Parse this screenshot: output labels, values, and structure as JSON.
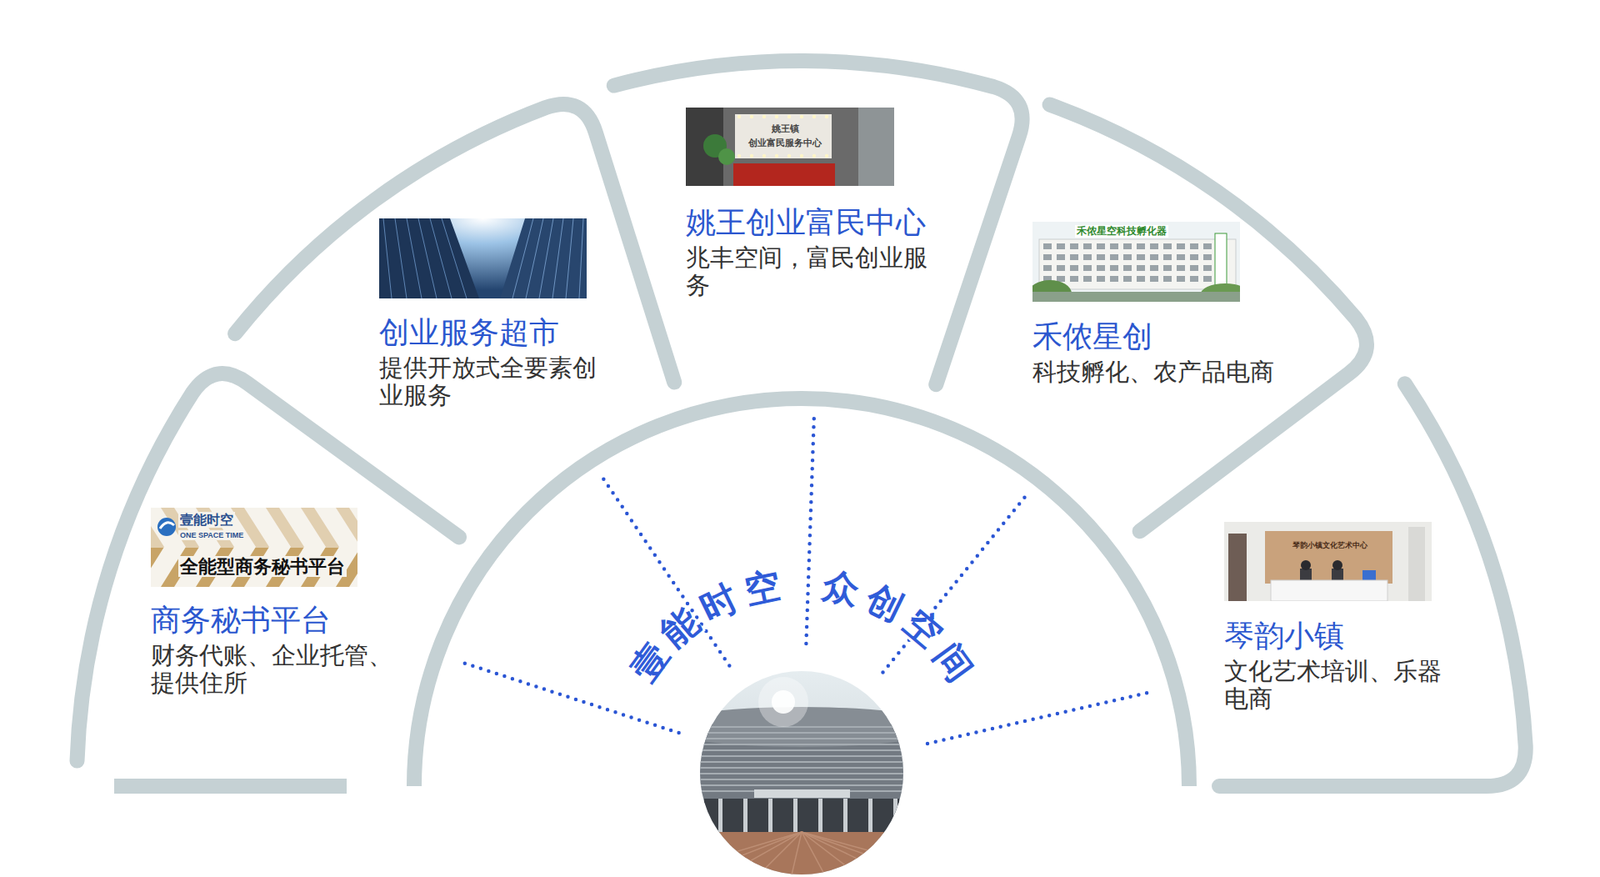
{
  "diagram": {
    "nodes": [
      {
        "text": [
          "商务秘书平台",
          "财务代账、企业托管、提供住所"
        ]
      },
      {
        "text": [
          "创业服务超市",
          "提供开放式全要素创业服务"
        ]
      },
      {
        "text": [
          "姚王创业富民中心",
          "兆丰空间，富民创业服务"
        ]
      },
      {
        "text": [
          "禾侬星创",
          "科技孵化、农产品电商"
        ]
      },
      {
        "text": [
          "琴韵小镇",
          "文化艺术培训、乐器电商"
        ]
      }
    ],
    "labels": [
      "壹能时空",
      "众创空间",
      "壹能时空",
      "ONE SPACE TIME",
      "全能型商务秘书平台",
      "姚王镇",
      "创业富民服务中心",
      "禾侬星空科技孵化器",
      "琴韵小镇文化艺术中心"
    ]
  }
}
